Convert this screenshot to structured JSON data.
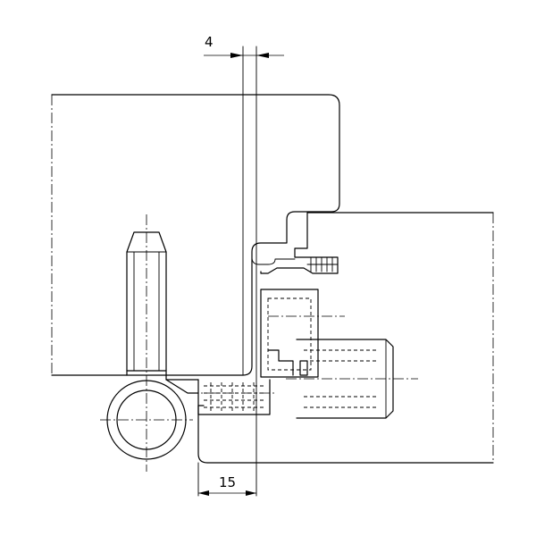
{
  "dimensions": {
    "top": {
      "label": "4",
      "value": 4
    },
    "bottom": {
      "label": "15",
      "value": 15
    }
  }
}
